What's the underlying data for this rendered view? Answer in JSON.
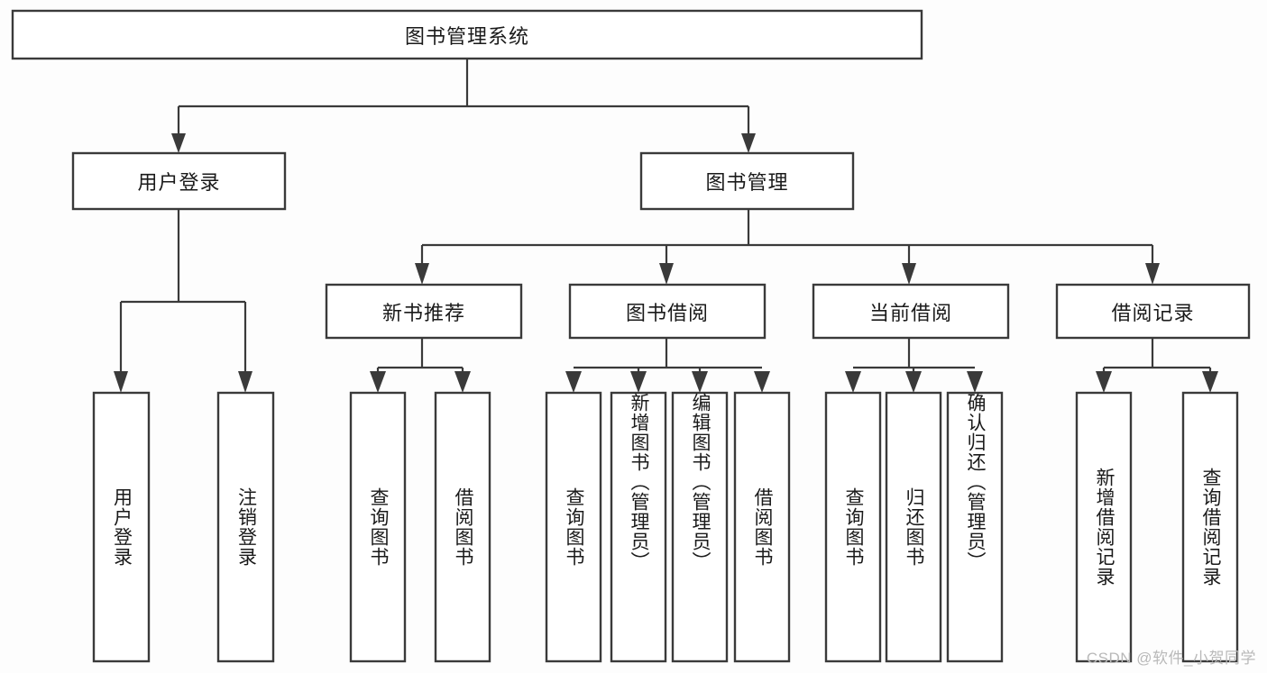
{
  "diagram": {
    "type": "tree-hierarchy-chart",
    "title": "图书管理系统",
    "watermark": "CSDN @软件_小贺同学",
    "levels": [
      {
        "level": 1,
        "nodes": [
          {
            "id": "root",
            "label": "图书管理系统",
            "orientation": "horizontal"
          }
        ]
      },
      {
        "level": 2,
        "nodes": [
          {
            "id": "login",
            "label": "用户登录",
            "orientation": "horizontal",
            "parent": "root"
          },
          {
            "id": "bookmgmt",
            "label": "图书管理",
            "orientation": "horizontal",
            "parent": "root"
          }
        ]
      },
      {
        "level": 3,
        "nodes": [
          {
            "id": "newbook",
            "label": "新书推荐",
            "orientation": "horizontal",
            "parent": "bookmgmt"
          },
          {
            "id": "borrow",
            "label": "图书借阅",
            "orientation": "horizontal",
            "parent": "bookmgmt"
          },
          {
            "id": "current",
            "label": "当前借阅",
            "orientation": "horizontal",
            "parent": "bookmgmt"
          },
          {
            "id": "record",
            "label": "借阅记录",
            "orientation": "horizontal",
            "parent": "bookmgmt"
          }
        ]
      },
      {
        "level": 4,
        "nodes": [
          {
            "id": "leaf1",
            "label": "用户登录",
            "orientation": "vertical",
            "parent": "login"
          },
          {
            "id": "leaf2",
            "label": "注销登录",
            "orientation": "vertical",
            "parent": "login"
          },
          {
            "id": "leaf3",
            "label": "查询图书",
            "orientation": "vertical",
            "parent": "newbook"
          },
          {
            "id": "leaf4",
            "label": "借阅图书",
            "orientation": "vertical",
            "parent": "newbook"
          },
          {
            "id": "leaf5",
            "label": "查询图书",
            "orientation": "vertical",
            "parent": "borrow"
          },
          {
            "id": "leaf6",
            "label": "新增图书（管理员）",
            "orientation": "vertical",
            "parent": "borrow"
          },
          {
            "id": "leaf7",
            "label": "编辑图书（管理员）",
            "orientation": "vertical",
            "parent": "borrow"
          },
          {
            "id": "leaf8",
            "label": "借阅图书",
            "orientation": "vertical",
            "parent": "borrow"
          },
          {
            "id": "leaf9",
            "label": "查询图书",
            "orientation": "vertical",
            "parent": "current"
          },
          {
            "id": "leaf10",
            "label": "归还图书",
            "orientation": "vertical",
            "parent": "current"
          },
          {
            "id": "leaf11",
            "label": "确认归还（管理员）",
            "orientation": "vertical",
            "parent": "current"
          },
          {
            "id": "leaf12",
            "label": "新增借阅记录",
            "orientation": "vertical",
            "parent": "record"
          },
          {
            "id": "leaf13",
            "label": "查询借阅记录",
            "orientation": "vertical",
            "parent": "record"
          }
        ]
      }
    ],
    "colors": {
      "box_stroke": "#3a3a3a",
      "box_fill": "#ffffff",
      "connector": "#3a3a3a",
      "text": "#1a1a1a",
      "watermark": "#b9b9b9",
      "background": "#fdfdfd"
    }
  }
}
